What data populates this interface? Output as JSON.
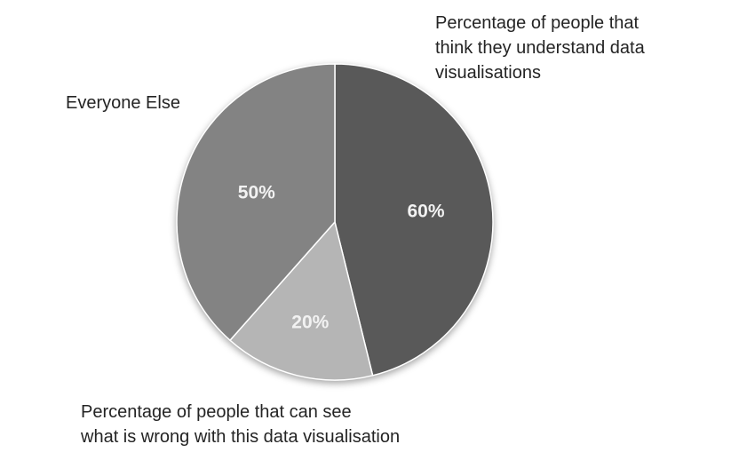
{
  "chart_data": {
    "type": "pie",
    "slices": [
      {
        "label": "60%",
        "value": 60,
        "color": "#595959",
        "label_r": 0.58
      },
      {
        "label": "20%",
        "value": 20,
        "color": "#b5b5b5",
        "label_r": 0.65
      },
      {
        "label": "50%",
        "value": 50,
        "color": "#838383",
        "label_r": 0.53
      }
    ],
    "start_angle_deg": 0,
    "direction": "clockwise",
    "slice_label_color": "#f2f2f2",
    "legend": "none",
    "annotations": {
      "top_right": "Percentage of people that\nthink they understand data\nvisualisations",
      "left": "Everyone Else",
      "bottom": "Percentage of people that can see\nwhat is wrong with this data visualisation"
    }
  }
}
